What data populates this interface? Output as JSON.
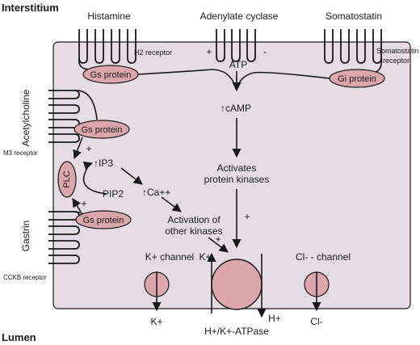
{
  "labels": {
    "interstitium": "Interstitium",
    "lumen": "Lumen",
    "histamine": "Histamine",
    "adenylate_cyclase": "Adenylate cyclase",
    "somatostatin": "Somatostatin",
    "h2_receptor": "H2 receptor",
    "somatostatin_receptor_line1": "Somatostatin",
    "somatostatin_receptor_line2": "receptor",
    "atp": "ATP",
    "plus_ac": "+",
    "minus_ac": "-",
    "gs_protein_h2": "Gs protein",
    "gi_protein": "Gi protein",
    "camp": "↑cAMP",
    "activates_line1": "Activates",
    "activates_line2": "protein kinases",
    "plus_kinase": "+",
    "acetylcholine": "Acetylcholine",
    "gs_protein_m3": "Gs protein",
    "m3_receptor": "M3 receptor",
    "plus_m3": "+",
    "plc": "PLC",
    "ip3": "↑IP3",
    "pip2": "PIP2",
    "ca": "↑Ca++",
    "activation_line1": "Activation of",
    "activation_line2": "other kinases",
    "plus_other": "+",
    "gastrin": "Gastrin",
    "gs_protein_cck": "Gs protein",
    "cck_receptor": "CCKB receptor",
    "plus_cck": "+",
    "k_channel": "K+ channel",
    "cl_channel": "Cl- - channel",
    "k_out": "K+",
    "k_in": "K+",
    "h_out": "H+",
    "cl_out": "Cl-",
    "atpase": "H+/K+-ATPase"
  },
  "colors": {
    "cell_fill": "#e6dce3",
    "protein_fill": "#dba7ab",
    "outline": "#1a1a1a"
  }
}
